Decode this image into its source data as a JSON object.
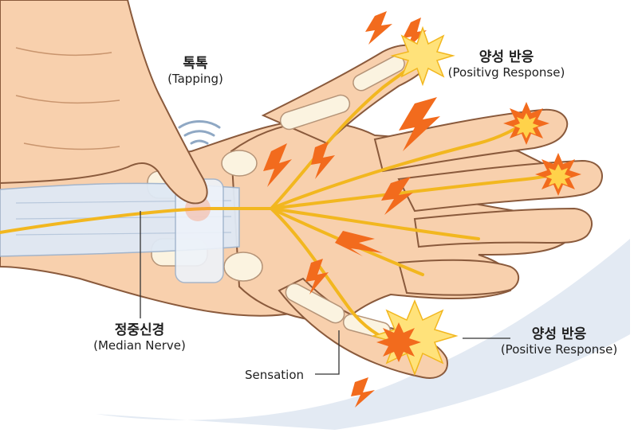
{
  "labels": {
    "tapping": {
      "ko": "톡톡",
      "en": "(Tapping)"
    },
    "positive_top": {
      "ko": "양성 반응",
      "en": "(Positivg Response)"
    },
    "median_nerve": {
      "ko": "정중신경",
      "en": "(Median Nerve)"
    },
    "sensation": "Sensation",
    "positive_thumb": {
      "ko": "양성 반응",
      "en": "(Positive Response)"
    }
  },
  "colors": {
    "skin": "#f8d0ad",
    "skin_shadow": "#eab58f",
    "bone": "#fbf3e0",
    "ligament": "#dfe9f5",
    "nerve": "#f2b71f",
    "spark": "#f26b1d",
    "burst": "#ffe27a",
    "outline": "#8a5a3c",
    "tap_wave": "#8fa8c4",
    "shadow": "#dfe6f0"
  },
  "icons": [
    "tap-wave-icon",
    "lightning-bolt-icon",
    "burst-star-icon"
  ]
}
